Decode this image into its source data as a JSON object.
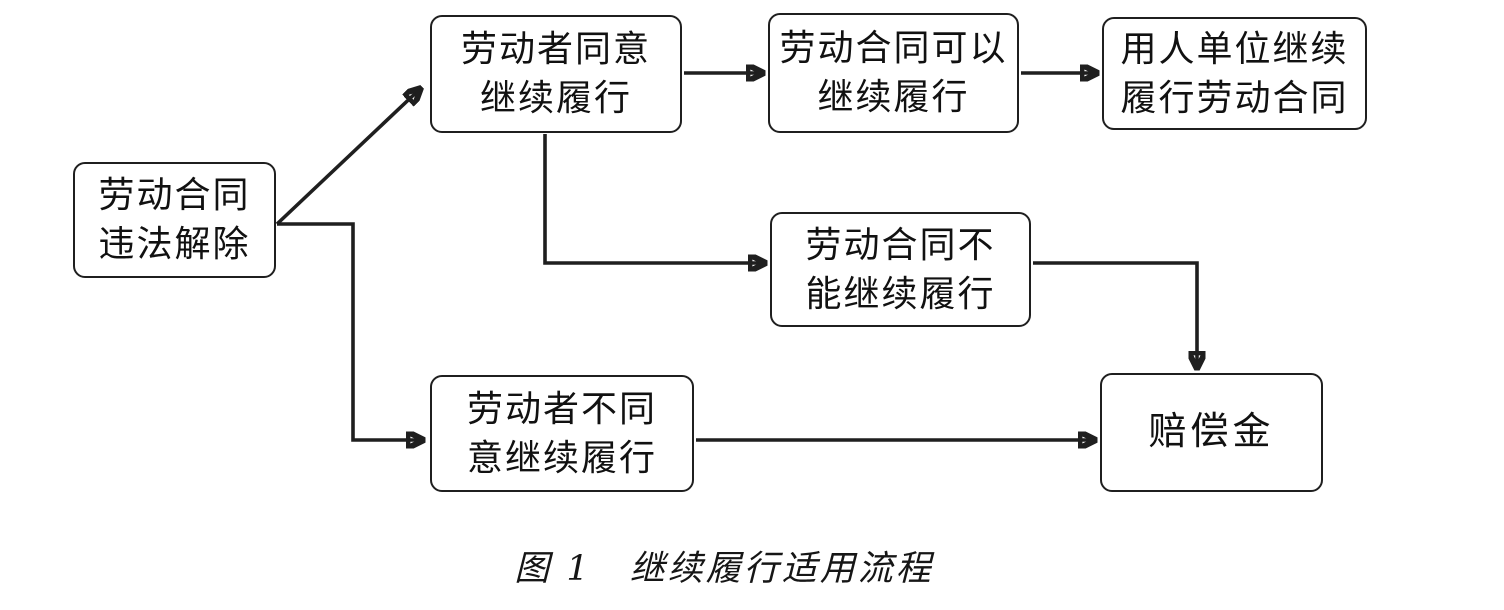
{
  "figure": {
    "nodes": {
      "illegal_termination": {
        "label": "劳动合同\n违法解除"
      },
      "worker_agrees": {
        "label": "劳动者同意\n继续履行"
      },
      "contract_can_continue": {
        "label": "劳动合同可以\n继续履行"
      },
      "employer_continues": {
        "label": "用人单位继续\n履行劳动合同"
      },
      "contract_cannot_continue": {
        "label": "劳动合同不\n能继续履行"
      },
      "worker_disagrees": {
        "label": "劳动者不同\n意继续履行"
      },
      "compensation": {
        "label": "赔偿金"
      }
    },
    "caption": "图 1　继续履行适用流程",
    "colors": {
      "line": "#1f1f1f",
      "text": "#111111",
      "background": "#ffffff"
    }
  }
}
